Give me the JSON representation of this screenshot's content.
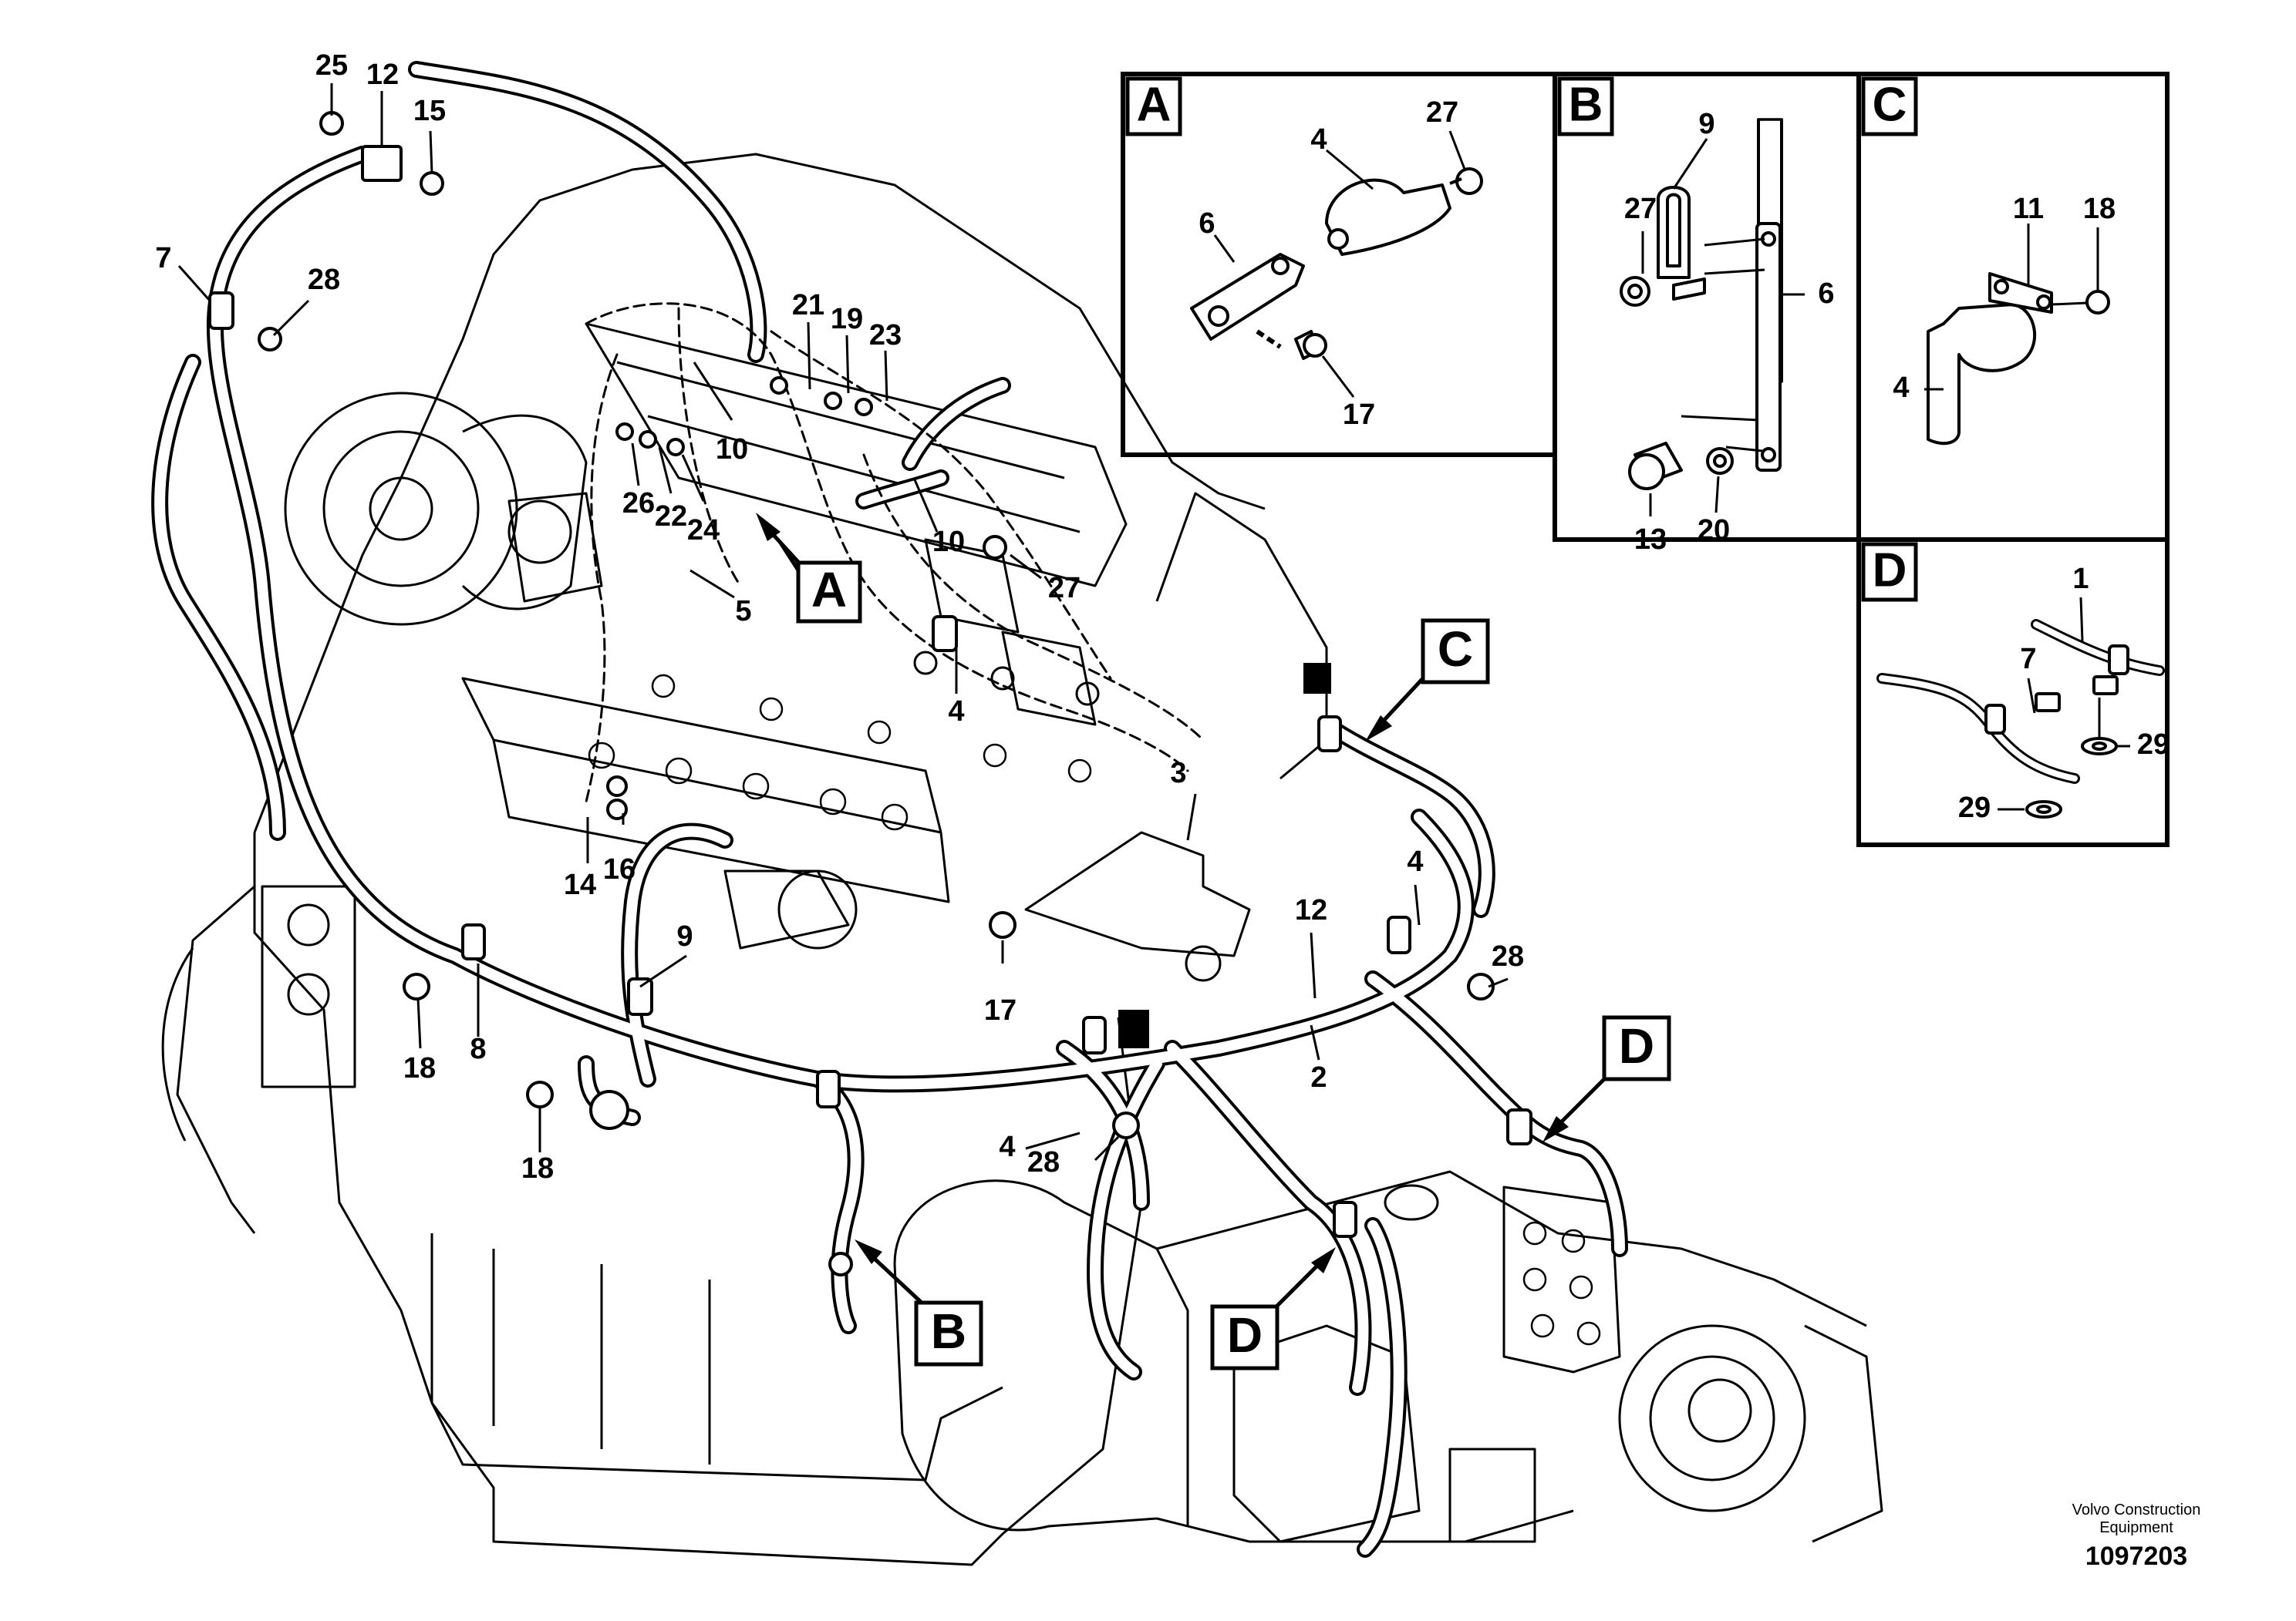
{
  "diagram": {
    "main_callouts": [
      {
        "text": "25"
      },
      {
        "text": "12"
      },
      {
        "text": "15"
      },
      {
        "text": "7"
      },
      {
        "text": "28"
      },
      {
        "text": "21"
      },
      {
        "text": "19"
      },
      {
        "text": "23"
      },
      {
        "text": "10"
      },
      {
        "text": "26"
      },
      {
        "text": "22"
      },
      {
        "text": "24"
      },
      {
        "text": "10"
      },
      {
        "text": "5"
      },
      {
        "text": "27"
      },
      {
        "text": "4"
      },
      {
        "text": "3"
      },
      {
        "text": "14"
      },
      {
        "text": "16"
      },
      {
        "text": "9"
      },
      {
        "text": "17"
      },
      {
        "text": "12"
      },
      {
        "text": "4"
      },
      {
        "text": "28"
      },
      {
        "text": "18"
      },
      {
        "text": "8"
      },
      {
        "text": "2"
      },
      {
        "text": "18"
      },
      {
        "text": "4"
      },
      {
        "text": "28"
      }
    ],
    "detail_tags": [
      {
        "letter": "A"
      },
      {
        "letter": "C"
      },
      {
        "letter": "D"
      },
      {
        "letter": "B"
      },
      {
        "letter": "D"
      }
    ],
    "panels": {
      "A": {
        "letter": "A",
        "callouts": [
          {
            "text": "27"
          },
          {
            "text": "4"
          },
          {
            "text": "6"
          },
          {
            "text": "17"
          }
        ]
      },
      "B": {
        "letter": "B",
        "callouts": [
          {
            "text": "9"
          },
          {
            "text": "27"
          },
          {
            "text": "6"
          },
          {
            "text": "13"
          },
          {
            "text": "20"
          }
        ]
      },
      "C": {
        "letter": "C",
        "callouts": [
          {
            "text": "11"
          },
          {
            "text": "18"
          },
          {
            "text": "4"
          }
        ]
      },
      "D": {
        "letter": "D",
        "callouts": [
          {
            "text": "1"
          },
          {
            "text": "7"
          },
          {
            "text": "29"
          },
          {
            "text": "29"
          }
        ]
      }
    }
  },
  "credit": {
    "line1": "Volvo Construction",
    "line2": "Equipment",
    "drawing_number": "1097203"
  }
}
